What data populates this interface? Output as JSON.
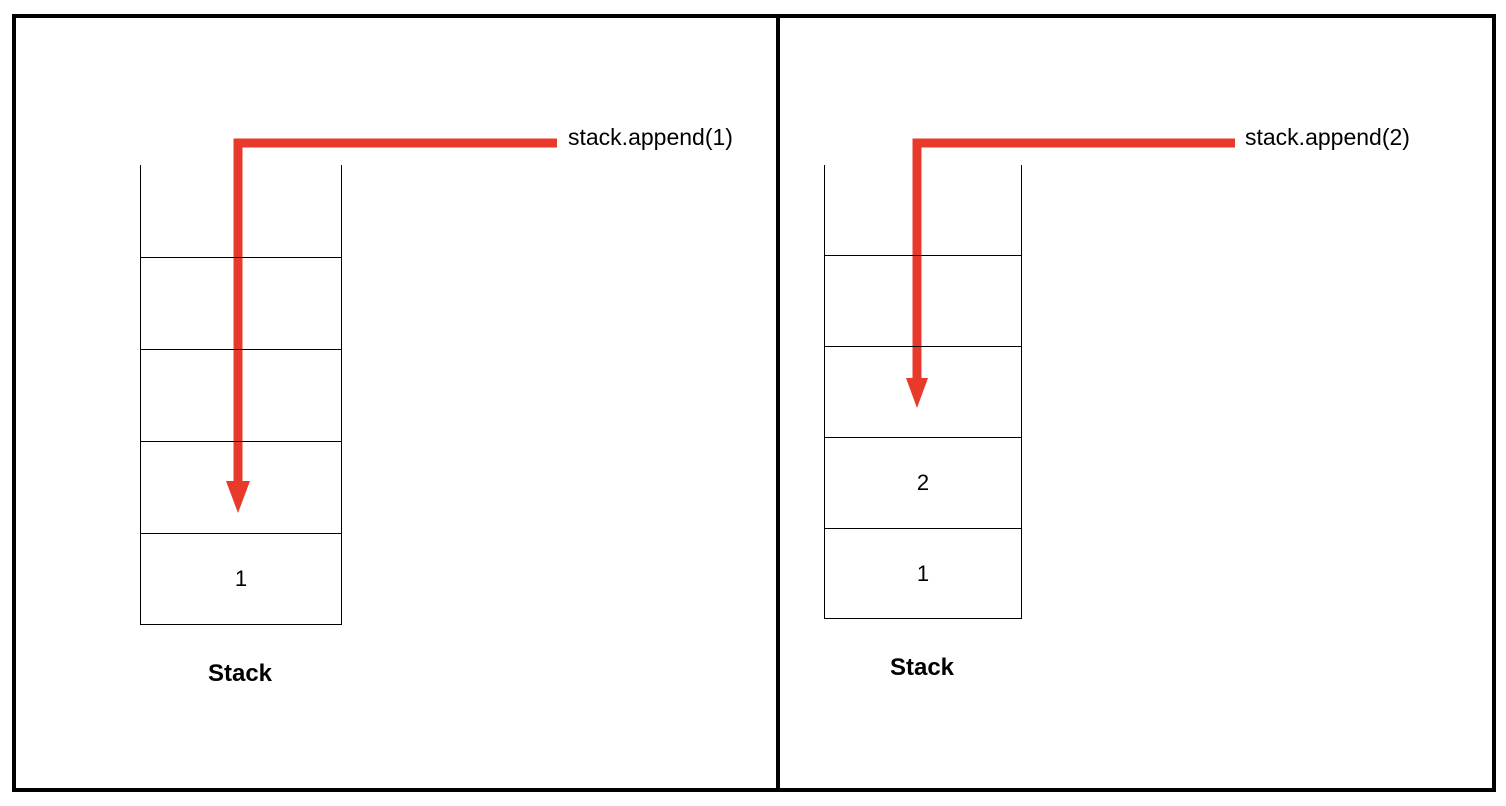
{
  "colors": {
    "arrow": "#e8392b",
    "border": "#000000"
  },
  "panels": [
    {
      "operation_label": "stack.append(1)",
      "stack_label": "Stack",
      "cells": [
        "",
        "",
        "",
        "",
        "1"
      ]
    },
    {
      "operation_label": "stack.append(2)",
      "stack_label": "Stack",
      "cells": [
        "",
        "",
        "",
        "2",
        "1"
      ]
    }
  ]
}
